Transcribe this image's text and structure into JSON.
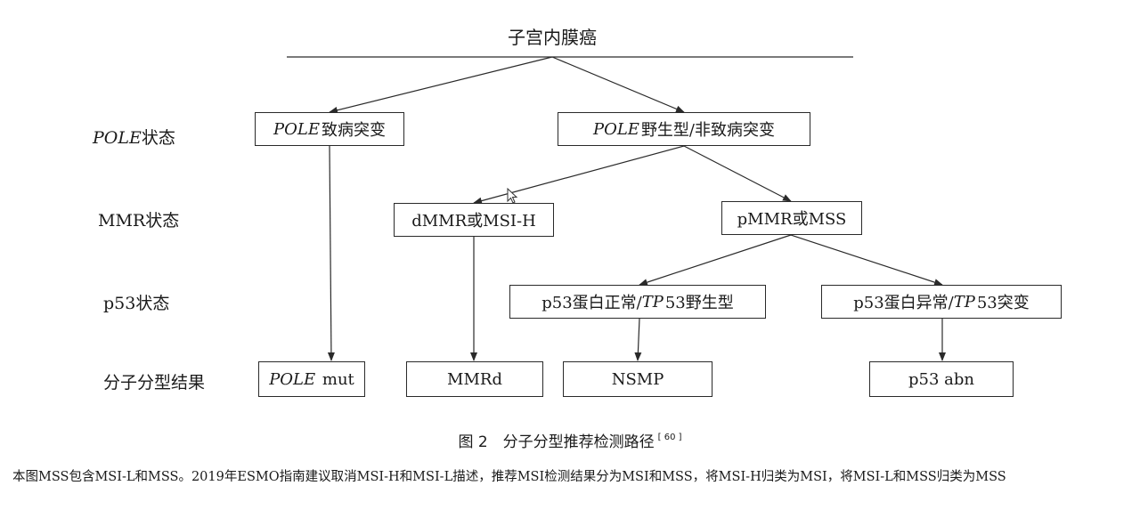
{
  "root": {
    "title": "子宫内膜癌"
  },
  "row_labels": {
    "pole": {
      "italic": "POLE",
      "text": "状态"
    },
    "mmr": "MMR状态",
    "p53": "p53状态",
    "result": "分子分型结果"
  },
  "nodes": {
    "pole_pathogenic": {
      "italic": "POLE",
      "text": "致病突变"
    },
    "pole_wildtype": {
      "italic": "POLE",
      "text": "野生型/非致病突变"
    },
    "dmmr": {
      "text": "dMMR或MSI-H"
    },
    "pmmr": {
      "text": "pMMR或MSS"
    },
    "p53_normal": {
      "pre": "p53蛋白正常/",
      "italic": "TP",
      "post": "53野生型"
    },
    "p53_abnormal": {
      "pre": "p53蛋白异常/",
      "italic": "TP",
      "post": "53突变"
    },
    "result_pole": {
      "italic": "POLE",
      "text": "mut"
    },
    "result_mmrd": {
      "text": "MMRd"
    },
    "result_nsmp": {
      "text": "NSMP"
    },
    "result_p53": {
      "text": "p53 abn"
    }
  },
  "caption": {
    "text": "图 2　分子分型推荐检测路径",
    "ref": "[ 60 ]"
  },
  "note": "本图MSS包含MSI-L和MSS。2019年ESMO指南建议取消MSI-H和MSI-L描述，推荐MSI检测结果分为MSI和MSS，将MSI-H归类为MSI，将MSI-L和MSS归类为MSS"
}
